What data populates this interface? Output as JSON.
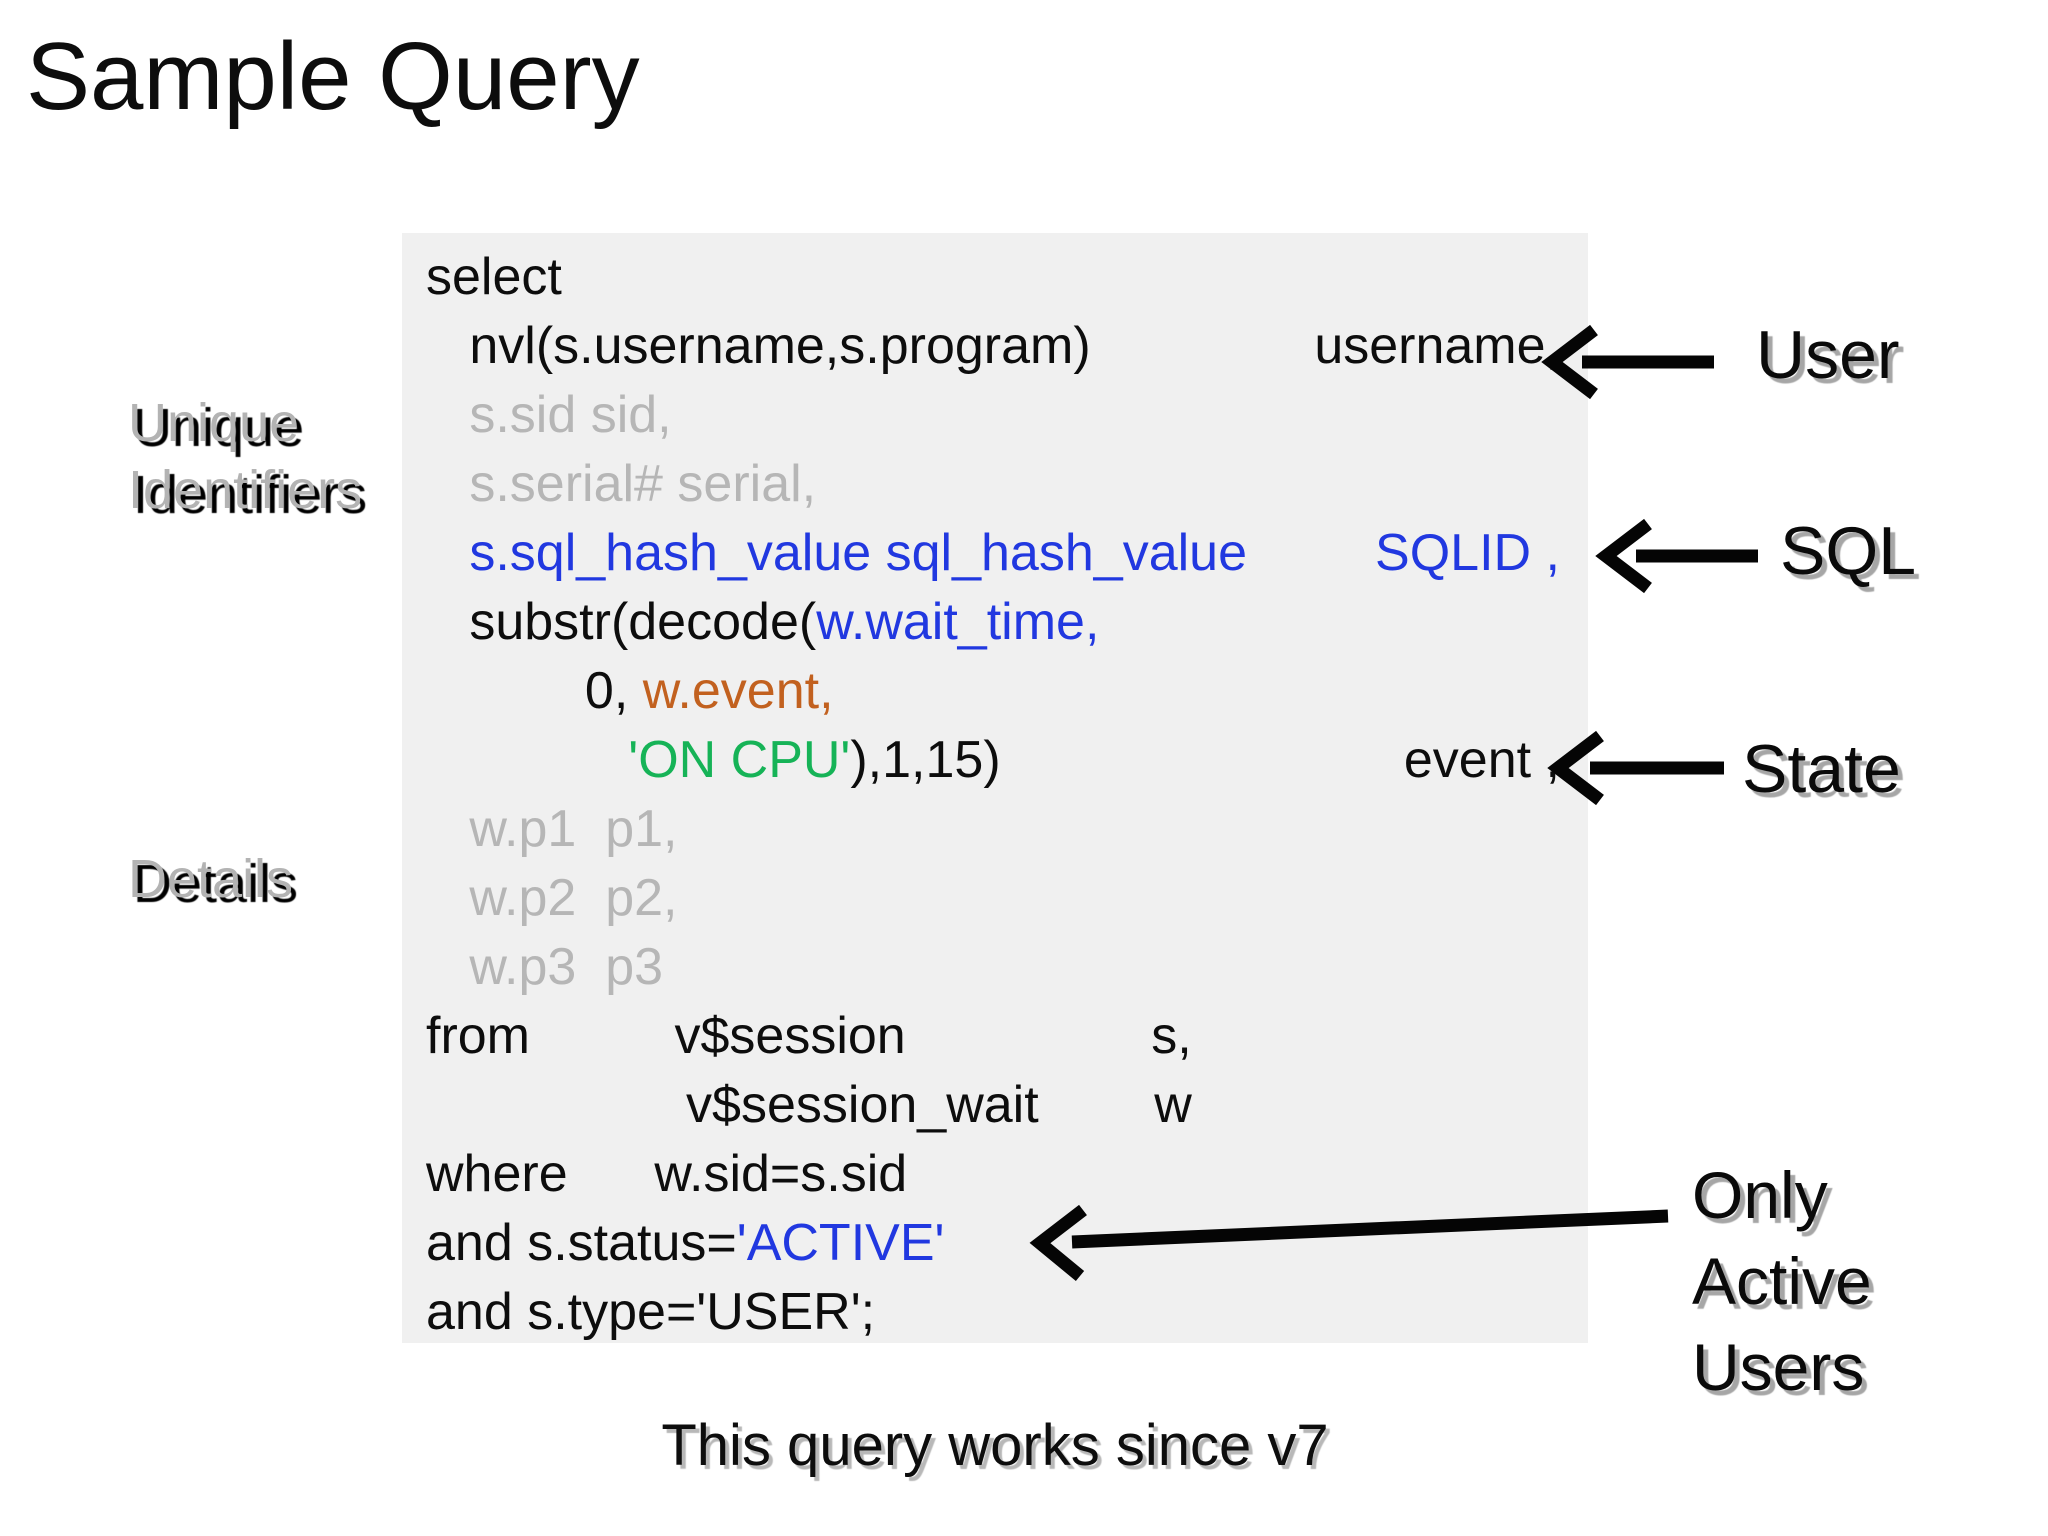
{
  "slide_title": "Sample Query",
  "colors": {
    "default": "#0d0d0d",
    "muted": "#b6b6b6",
    "blue": "#2138e0",
    "orange": "#c2611f",
    "green": "#16b357",
    "block_bg": "#f0f0f0",
    "label_gray": "#b3b3b3",
    "shadow_gray": "#a6a6a6"
  },
  "code": {
    "lines": [
      {
        "segments": [
          {
            "text": "select",
            "color": "default"
          }
        ]
      },
      {
        "segments": [
          {
            "text": "   nvl(s.username,s.program)",
            "color": "default"
          }
        ],
        "right": {
          "text": "username,",
          "color": "default"
        }
      },
      {
        "segments": [
          {
            "text": "   s.sid sid,",
            "color": "muted"
          }
        ]
      },
      {
        "segments": [
          {
            "text": "   s.serial# serial,",
            "color": "muted"
          }
        ]
      },
      {
        "segments": [
          {
            "text": "   s.sql_hash_value sql_hash_value",
            "color": "blue"
          }
        ],
        "right": {
          "text": "SQLID ,",
          "color": "blue"
        }
      },
      {
        "segments": [
          {
            "text": "   substr(decode(",
            "color": "default"
          },
          {
            "text": "w.wait_time,",
            "color": "blue"
          }
        ]
      },
      {
        "segments": [
          {
            "text": "           0, ",
            "color": "default"
          },
          {
            "text": "w.event,",
            "color": "orange"
          }
        ]
      },
      {
        "segments": [
          {
            "text": "              ",
            "color": "default"
          },
          {
            "text": "'ON CPU'",
            "color": "green"
          },
          {
            "text": "),1,15)",
            "color": "default"
          }
        ],
        "right": {
          "text": "event ,",
          "color": "default"
        }
      },
      {
        "segments": [
          {
            "text": "   w.p1  p1,",
            "color": "muted"
          }
        ]
      },
      {
        "segments": [
          {
            "text": "   w.p2  p2,",
            "color": "muted"
          }
        ]
      },
      {
        "segments": [
          {
            "text": "   w.p3  p3",
            "color": "muted"
          }
        ]
      },
      {
        "segments": [
          {
            "text": "from          v$session                 s,",
            "color": "default"
          }
        ]
      },
      {
        "segments": [
          {
            "text": "                  v$session_wait        w",
            "color": "default"
          }
        ]
      },
      {
        "segments": [
          {
            "text": "where      w.sid=s.sid",
            "color": "default"
          }
        ]
      },
      {
        "segments": [
          {
            "text": "and s.status=",
            "color": "default"
          },
          {
            "text": "'ACTIVE'",
            "color": "blue"
          }
        ]
      },
      {
        "segments": [
          {
            "text": "and s.type='USER';",
            "color": "default"
          }
        ]
      }
    ]
  },
  "left_labels": {
    "unique_identifiers": "Unique\nIdentifiers",
    "details": "Details"
  },
  "callouts": {
    "user": "User",
    "sql": "SQL",
    "state": "State",
    "only_active_users": "Only\nActive\nUsers"
  },
  "caption": "This query works since v7"
}
